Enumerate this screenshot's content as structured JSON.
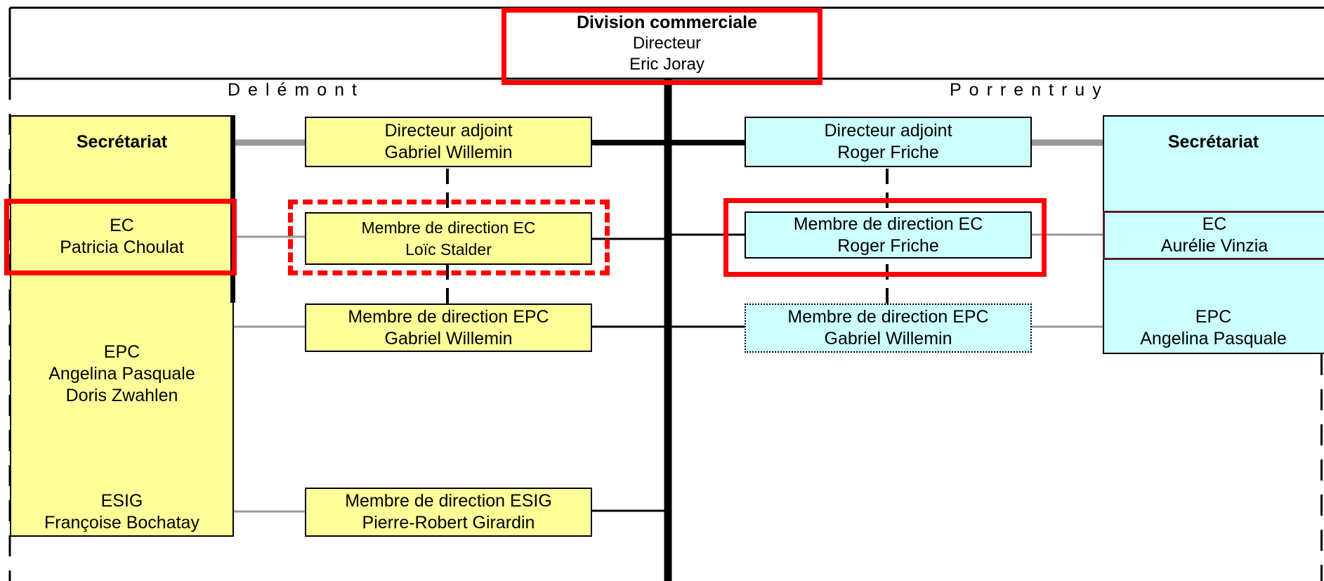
{
  "header": {
    "title": "Division commerciale",
    "role": "Directeur",
    "name": "Eric Joray"
  },
  "regions": {
    "left": "Delémont",
    "right": "Porrentruy"
  },
  "left": {
    "secretariat": {
      "title": "Secrétariat",
      "ec": {
        "label": "EC",
        "names": "Patricia Choulat"
      },
      "epc": {
        "label": "EPC",
        "name1": "Angelina Pasquale",
        "name2": "Doris Zwahlen"
      },
      "esig": {
        "label": "ESIG",
        "names": "Françoise Bochatay"
      }
    },
    "adjoint": {
      "role": "Directeur adjoint",
      "name": "Gabriel Willemin"
    },
    "ec_member": {
      "role": "Membre de direction EC",
      "name": "Loïc Stalder"
    },
    "epc_member": {
      "role": "Membre de direction EPC",
      "name": "Gabriel Willemin"
    },
    "esig_member": {
      "role": "Membre de direction ESIG",
      "name": "Pierre-Robert Girardin"
    }
  },
  "right": {
    "adjoint": {
      "role": "Directeur adjoint",
      "name": "Roger Friche"
    },
    "ec_member": {
      "role": "Membre de direction EC",
      "name": "Roger Friche"
    },
    "epc_member": {
      "role": "Membre de direction EPC",
      "name": "Gabriel Willemin"
    },
    "secretariat": {
      "title": "Secrétariat",
      "ec": {
        "label": "EC",
        "names": "Aurélie Vinzia"
      },
      "epc": {
        "label": "EPC",
        "names": "Angelina Pasquale"
      }
    }
  },
  "colors": {
    "delemont_fill": "#ffff99",
    "porrentruy_fill": "#ccffff",
    "highlight": "#ff0000",
    "connector_gray": "#999999"
  }
}
